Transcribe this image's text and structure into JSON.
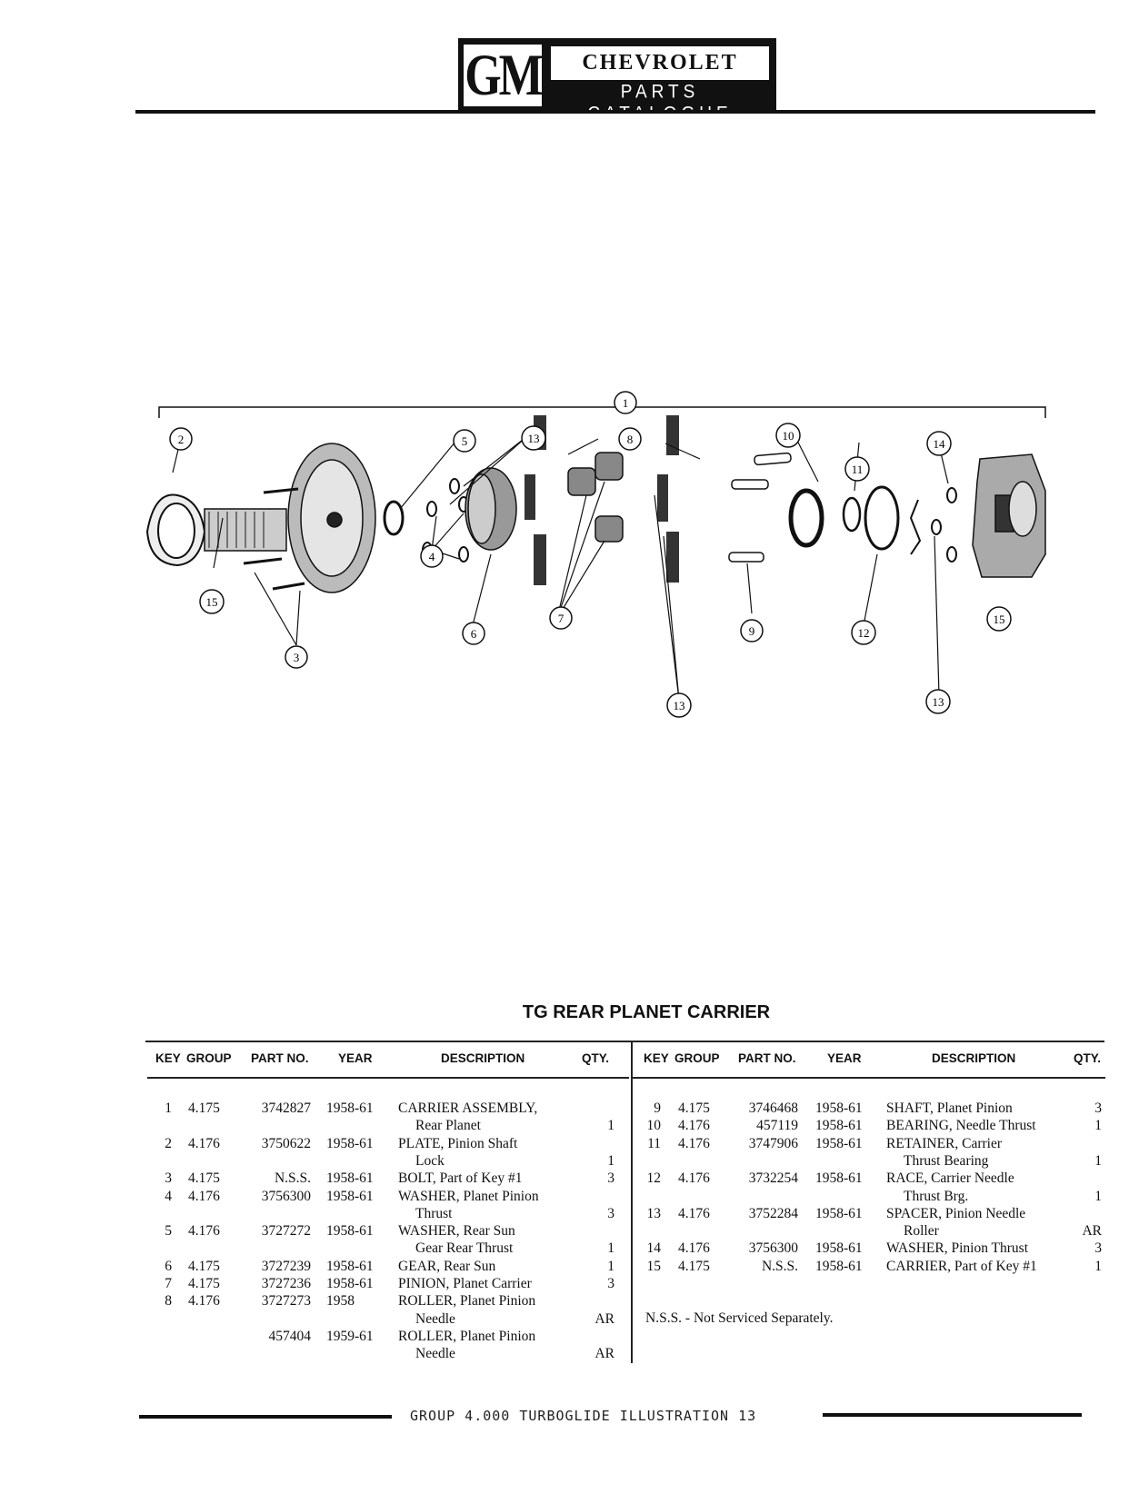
{
  "header": {
    "logo_gm": "GM",
    "brand": "CHEVROLET",
    "subtitle": "PARTS CATALOGUE"
  },
  "diagram": {
    "callouts": [
      "1",
      "2",
      "5",
      "13",
      "8",
      "10",
      "11",
      "14",
      "15",
      "4",
      "6",
      "3",
      "7",
      "9",
      "12",
      "15",
      "13",
      "13"
    ]
  },
  "title": "TG REAR PLANET CARRIER",
  "table": {
    "columns": [
      "KEY",
      "GROUP",
      "PART NO.",
      "YEAR",
      "DESCRIPTION",
      "QTY."
    ],
    "left_rows": [
      {
        "key": "1",
        "group": "4.175",
        "part": "3742827",
        "year": "1958-61",
        "desc": [
          "CARRIER ASSEMBLY,",
          "Rear Planet"
        ],
        "qty": "1"
      },
      {
        "key": "2",
        "group": "4.176",
        "part": "3750622",
        "year": "1958-61",
        "desc": [
          "PLATE, Pinion Shaft",
          "Lock"
        ],
        "qty": "1"
      },
      {
        "key": "3",
        "group": "4.175",
        "part": "N.S.S.",
        "year": "1958-61",
        "desc": [
          "BOLT, Part of Key #1"
        ],
        "qty": "3"
      },
      {
        "key": "4",
        "group": "4.176",
        "part": "3756300",
        "year": "1958-61",
        "desc": [
          "WASHER, Planet Pinion",
          "Thrust"
        ],
        "qty": "3"
      },
      {
        "key": "5",
        "group": "4.176",
        "part": "3727272",
        "year": "1958-61",
        "desc": [
          "WASHER, Rear Sun",
          "Gear Rear Thrust"
        ],
        "qty": "1"
      },
      {
        "key": "6",
        "group": "4.175",
        "part": "3727239",
        "year": "1958-61",
        "desc": [
          "GEAR, Rear Sun"
        ],
        "qty": "1"
      },
      {
        "key": "7",
        "group": "4.175",
        "part": "3727236",
        "year": "1958-61",
        "desc": [
          "PINION, Planet Carrier"
        ],
        "qty": "3"
      },
      {
        "key": "8",
        "group": "4.176",
        "part": "3727273",
        "year": "1958",
        "desc": [
          "ROLLER, Planet Pinion",
          "Needle"
        ],
        "qty": "AR"
      },
      {
        "key": "",
        "group": "",
        "part": "457404",
        "year": "1959-61",
        "desc": [
          "ROLLER, Planet Pinion",
          "Needle"
        ],
        "qty": "AR"
      }
    ],
    "right_rows": [
      {
        "key": "9",
        "group": "4.175",
        "part": "3746468",
        "year": "1958-61",
        "desc": [
          "SHAFT, Planet Pinion"
        ],
        "qty": "3"
      },
      {
        "key": "10",
        "group": "4.176",
        "part": "457119",
        "year": "1958-61",
        "desc": [
          "BEARING, Needle Thrust"
        ],
        "qty": "1"
      },
      {
        "key": "11",
        "group": "4.176",
        "part": "3747906",
        "year": "1958-61",
        "desc": [
          "RETAINER, Carrier",
          "Thrust Bearing"
        ],
        "qty": "1"
      },
      {
        "key": "12",
        "group": "4.176",
        "part": "3732254",
        "year": "1958-61",
        "desc": [
          "RACE, Carrier Needle",
          "Thrust Brg."
        ],
        "qty": "1"
      },
      {
        "key": "13",
        "group": "4.176",
        "part": "3752284",
        "year": "1958-61",
        "desc": [
          "SPACER, Pinion Needle",
          "Roller"
        ],
        "qty": "AR"
      },
      {
        "key": "14",
        "group": "4.176",
        "part": "3756300",
        "year": "1958-61",
        "desc": [
          "WASHER, Pinion Thrust"
        ],
        "qty": "3"
      },
      {
        "key": "15",
        "group": "4.175",
        "part": "N.S.S.",
        "year": "1958-61",
        "desc": [
          "CARRIER, Part of Key #1"
        ],
        "qty": "1"
      }
    ],
    "note": "N.S.S. - Not Serviced Separately."
  },
  "footer": "GROUP 4.000 TURBOGLIDE ILLUSTRATION 13"
}
